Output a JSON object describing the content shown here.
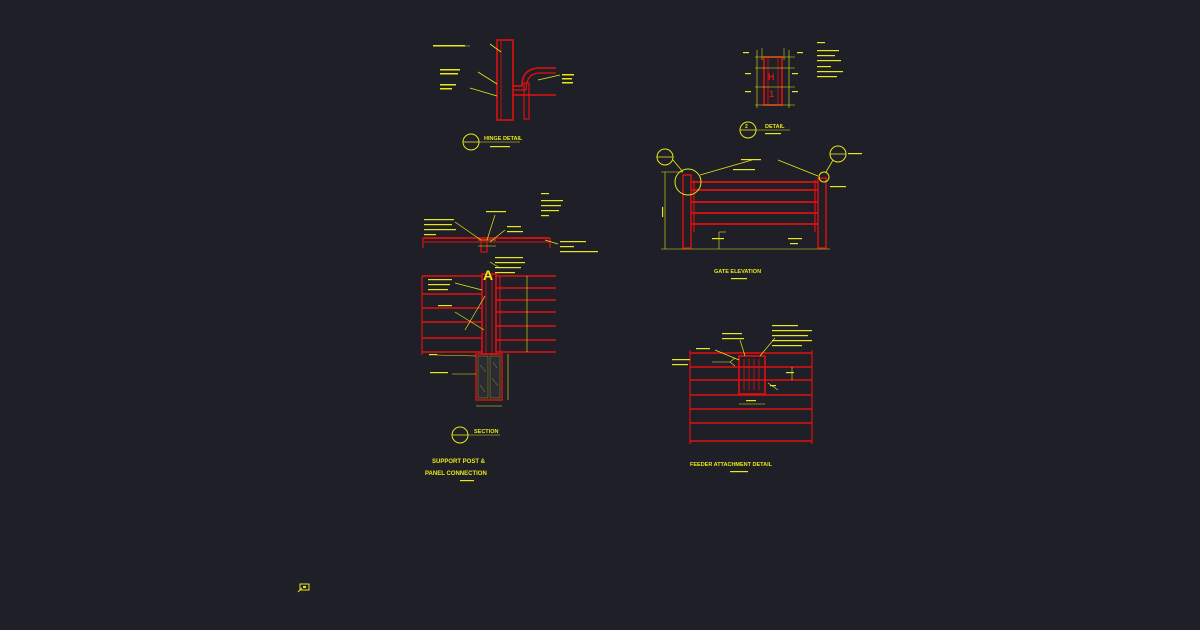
{
  "colors": {
    "background": "#1e1f27",
    "linework": "#e01010",
    "annotation": "#e8e81a"
  },
  "titles": {
    "hinge_detail": "HINGE DETAIL",
    "detail": "DETAIL",
    "gate_elevation": "GATE ELEVATION",
    "section": "SECTION",
    "support_post_line1": "SUPPORT POST &",
    "support_post_line2": "PANEL CONNECTION",
    "feeder_attachment_detail": "FEEDER ATTACHMENT DETAIL"
  },
  "marks": {
    "detail_bubble_num": "2",
    "detail_letter_h": "H",
    "detail_letter_1": "1",
    "section_marker_letter": "A"
  },
  "icons": {
    "ucs_icon": "ucs-icon"
  }
}
